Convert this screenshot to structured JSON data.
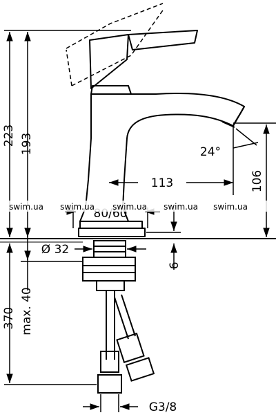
{
  "dimensions": {
    "total_height": "223",
    "spout_height": "193",
    "spout_angle": "24°",
    "spout_reach": "113",
    "outlet_height": "106",
    "base_clearance": "6",
    "waste_diameter": "80/60",
    "hole_diameter": "Ø 32",
    "below_counter": "370",
    "max_thickness": "max. 40",
    "thread": "G3/8"
  },
  "watermarks": [
    "swim.ua",
    "swim.ua",
    "swim.ua",
    "swim.ua",
    "swim.ua"
  ],
  "colors": {
    "line": "#000000",
    "background": "#ffffff"
  }
}
